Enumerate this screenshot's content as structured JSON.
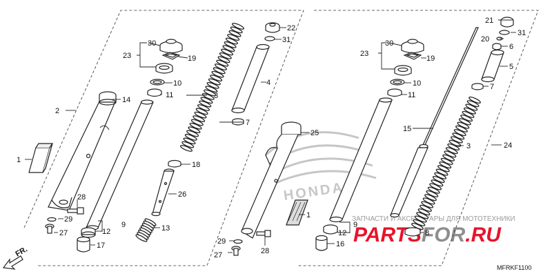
{
  "diagram_code": "MFRKF1100",
  "direction_label": "FR.",
  "watermark": {
    "tagline": "ЗАПЧАСТИ И АКСЕССУАРЫ ДЛЯ МОТОТЕХНИКИ",
    "brand_a": "PARTS",
    "brand_b": "FOR",
    "brand_c": ".RU",
    "emblem_text": "HONDA"
  },
  "colors": {
    "line": "#222222",
    "watermark_red": "#e8132b",
    "watermark_gray": "#b3b3b3"
  },
  "callouts": [
    {
      "n": "1"
    },
    {
      "n": "2"
    },
    {
      "n": "3"
    },
    {
      "n": "4"
    },
    {
      "n": "5"
    },
    {
      "n": "6"
    },
    {
      "n": "7"
    },
    {
      "n": "8"
    },
    {
      "n": "9"
    },
    {
      "n": "10"
    },
    {
      "n": "11"
    },
    {
      "n": "12"
    },
    {
      "n": "13"
    },
    {
      "n": "14"
    },
    {
      "n": "15"
    },
    {
      "n": "16"
    },
    {
      "n": "17"
    },
    {
      "n": "18"
    },
    {
      "n": "19"
    },
    {
      "n": "20"
    },
    {
      "n": "21"
    },
    {
      "n": "22"
    },
    {
      "n": "23"
    },
    {
      "n": "24"
    },
    {
      "n": "25"
    },
    {
      "n": "26"
    },
    {
      "n": "27"
    },
    {
      "n": "28"
    },
    {
      "n": "29"
    },
    {
      "n": "30"
    },
    {
      "n": "31"
    }
  ]
}
